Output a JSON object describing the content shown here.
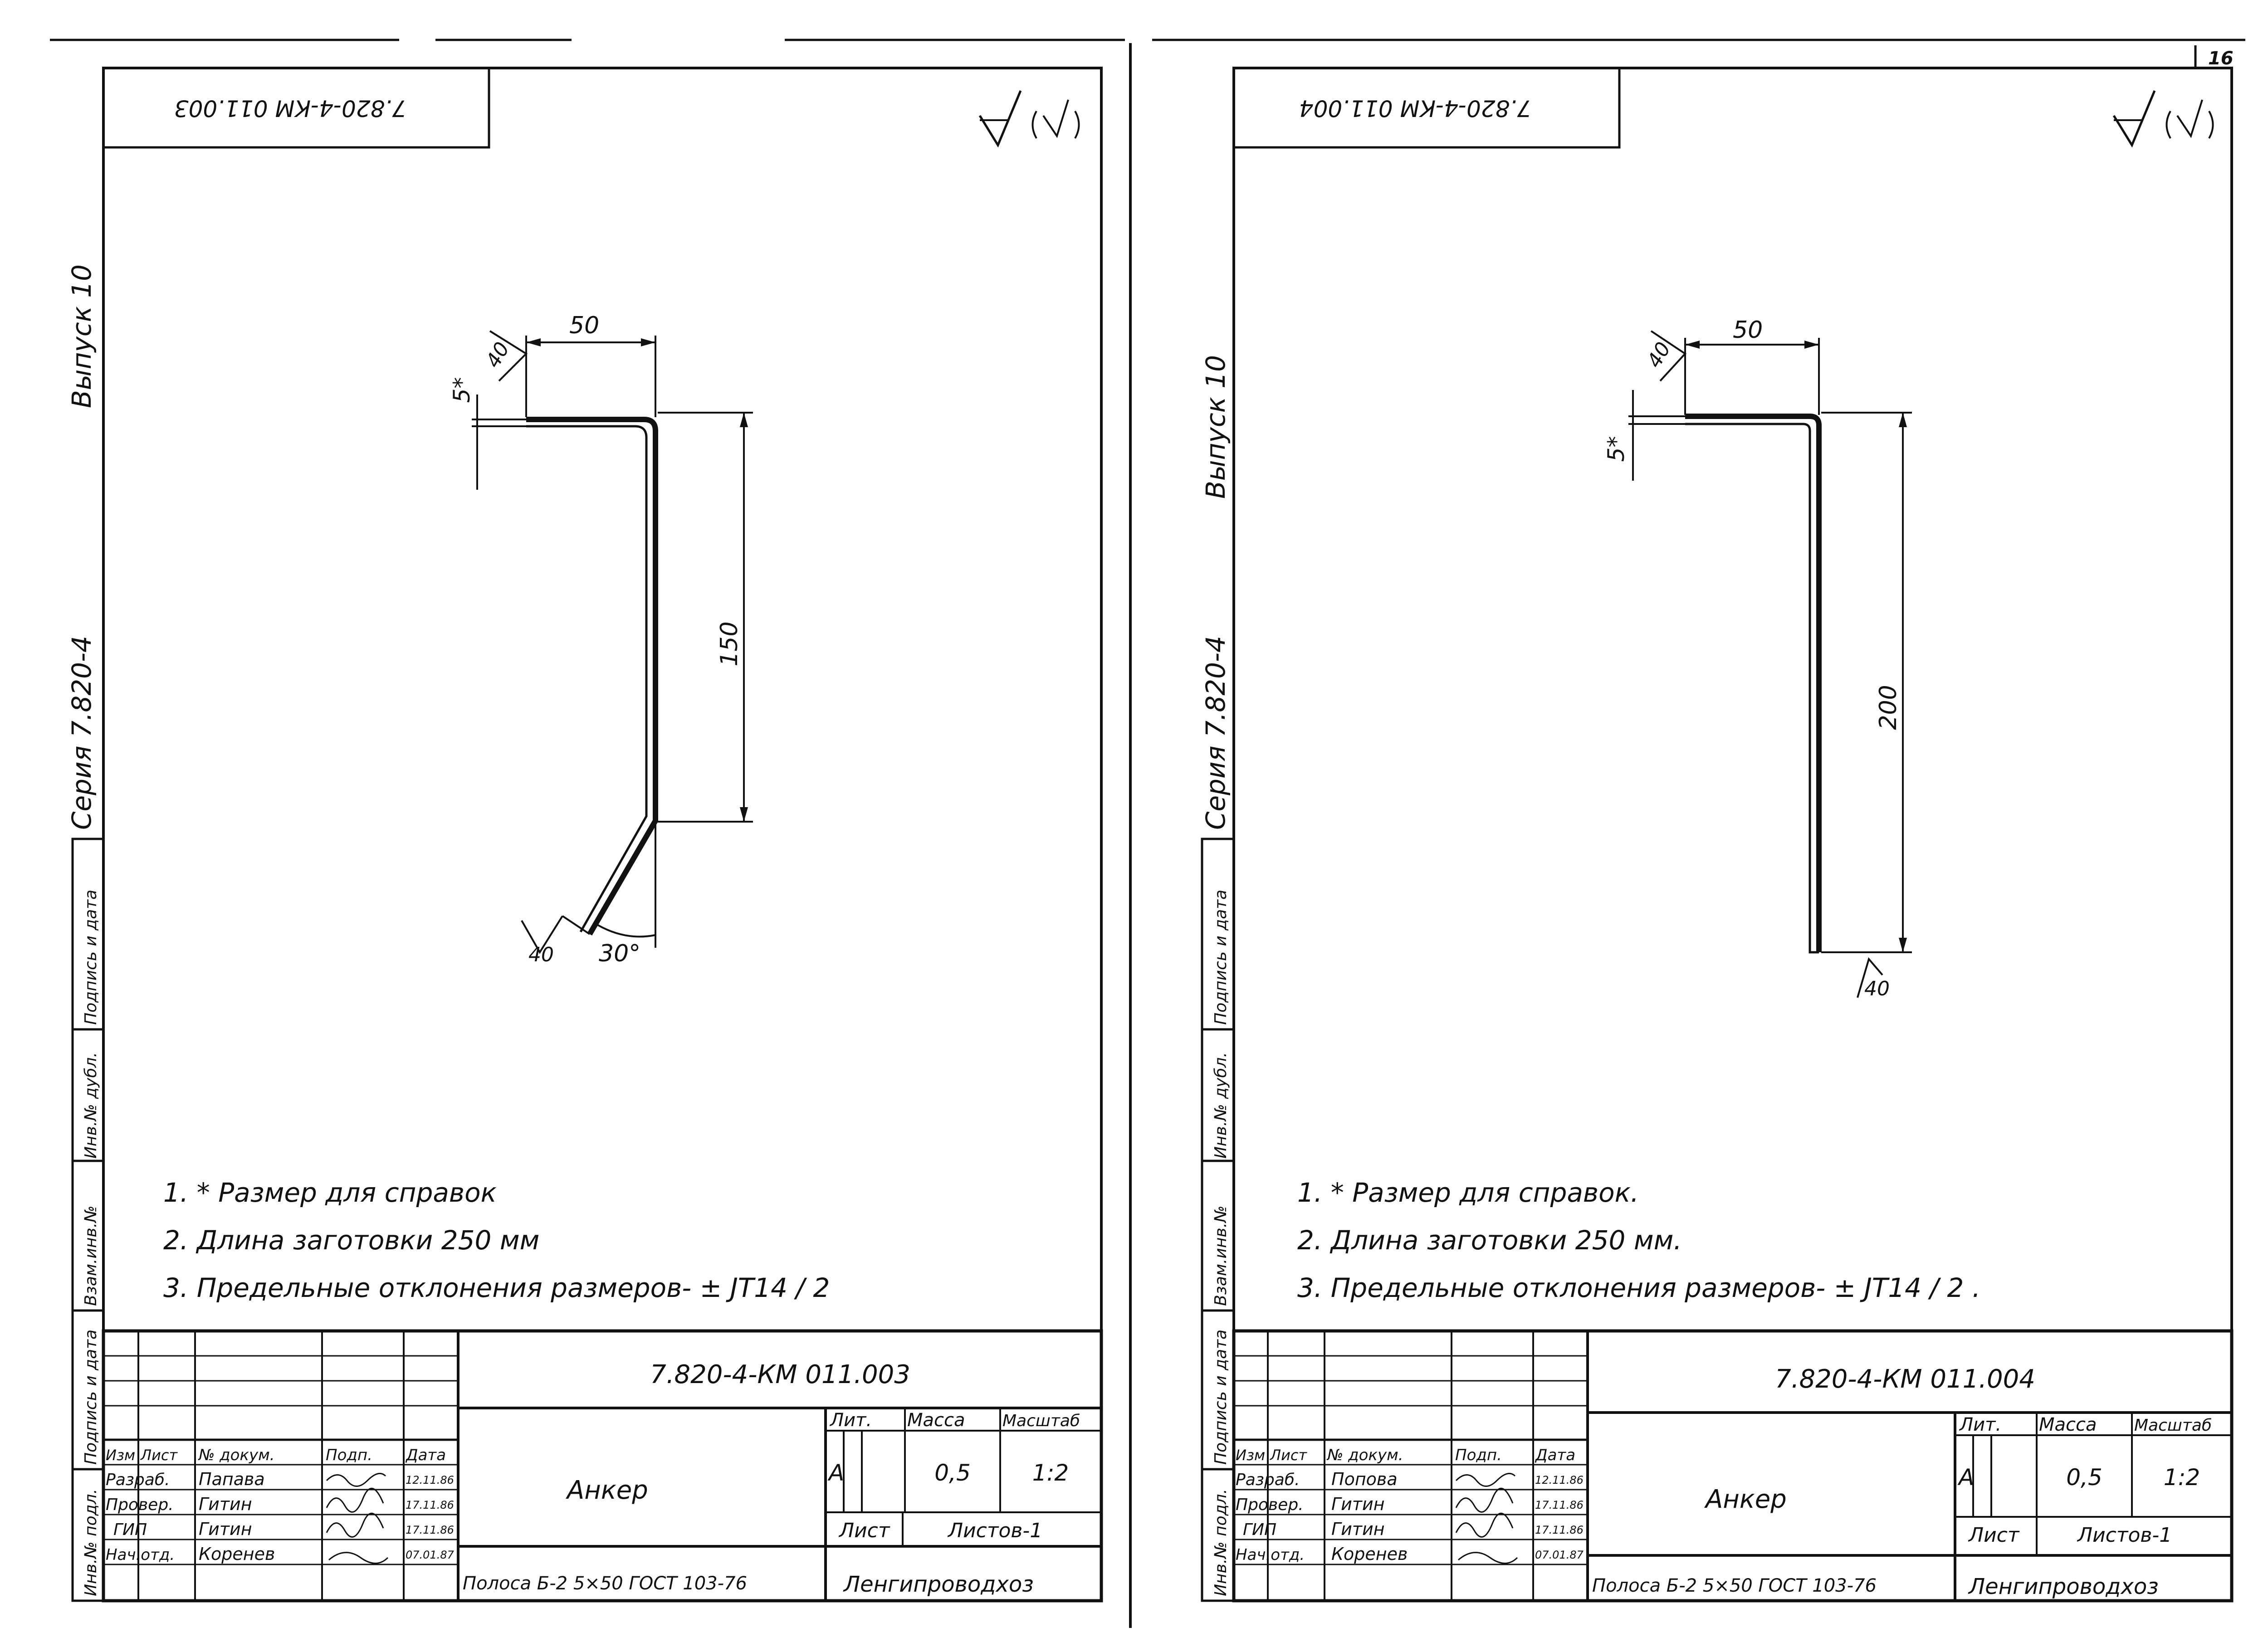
{
  "page_number": "16",
  "sheets": [
    {
      "code": "7.820-4-КМ 011.003",
      "code_rotated": "7.820-4-КМ 011.003",
      "series": "Серия 7.820-4",
      "issue": "Выпуск 10",
      "side_labels": [
        "Подпись и дата",
        "Инв.№ дубл.",
        "Взам.инв.№",
        "Подпись и дата",
        "Инв.№ подл."
      ],
      "roughness": "40",
      "dims": {
        "top": "50",
        "reference": "5*",
        "vertical": "150",
        "angle": "30°",
        "rough_end": "40",
        "rough_top": "40"
      },
      "notes": [
        "1. * Размер для справок",
        "2. Длина заготовки 250 мм",
        "3. Предельные отклонения размеров- ± JT14 / 2"
      ],
      "title_block": {
        "part_name": "Анкер",
        "headers": [
          "Изм",
          "Лист",
          "№ докум.",
          "Подп.",
          "Дата"
        ],
        "lit_label": "Лит.",
        "mass_label": "Масса",
        "scale_label": "Масштаб",
        "lit_value": "А",
        "mass_value": "0,5",
        "scale_value": "1:2",
        "sheet_label": "Лист",
        "sheets_label": "Листов-1",
        "rows": [
          {
            "role": "Разраб.",
            "name": "Папава",
            "date": "12.11.86"
          },
          {
            "role": "Провер.",
            "name": "Гитин",
            "date": "17.11.86"
          },
          {
            "role": "ГИП",
            "name": "Гитин",
            "date": "17.11.86"
          },
          {
            "role": "Нач.отд.",
            "name": "Коренев",
            "date": "07.01.87"
          }
        ],
        "material": "Полоса Б-2 5×50 ГОСТ 103-76",
        "organization": "Ленгипроводхоз"
      }
    },
    {
      "code": "7.820-4-КМ 011.004",
      "code_rotated": "7.820-4-КМ 011.004",
      "series": "Серия 7.820-4",
      "issue": "Выпуск 10",
      "side_labels": [
        "Подпись и дата",
        "Инв.№ дубл.",
        "Взам.инв.№",
        "Подпись и дата",
        "Инв.№ подл."
      ],
      "roughness": "40",
      "dims": {
        "top": "50",
        "reference": "5*",
        "vertical": "200",
        "rough_end": "40",
        "rough_top": "40"
      },
      "notes": [
        "1. * Размер для справок.",
        "2. Длина заготовки 250 мм.",
        "3. Предельные отклонения размеров- ± JT14 / 2 ."
      ],
      "title_block": {
        "part_name": "Анкер",
        "headers": [
          "Изм",
          "Лист",
          "№ докум.",
          "Подп.",
          "Дата"
        ],
        "lit_label": "Лит.",
        "mass_label": "Масса",
        "scale_label": "Масштаб",
        "lit_value": "А",
        "mass_value": "0,5",
        "scale_value": "1:2",
        "sheet_label": "Лист",
        "sheets_label": "Листов-1",
        "rows": [
          {
            "role": "Разраб.",
            "name": "Попова",
            "date": "12.11.86"
          },
          {
            "role": "Провер.",
            "name": "Гитин",
            "date": "17.11.86"
          },
          {
            "role": "ГИП",
            "name": "Гитин",
            "date": "17.11.86"
          },
          {
            "role": "Нач.отд.",
            "name": "Коренев",
            "date": "07.01.87"
          }
        ],
        "material": "Полоса Б-2 5×50 ГОСТ 103-76",
        "organization": "Ленгипроводхоз"
      }
    }
  ]
}
